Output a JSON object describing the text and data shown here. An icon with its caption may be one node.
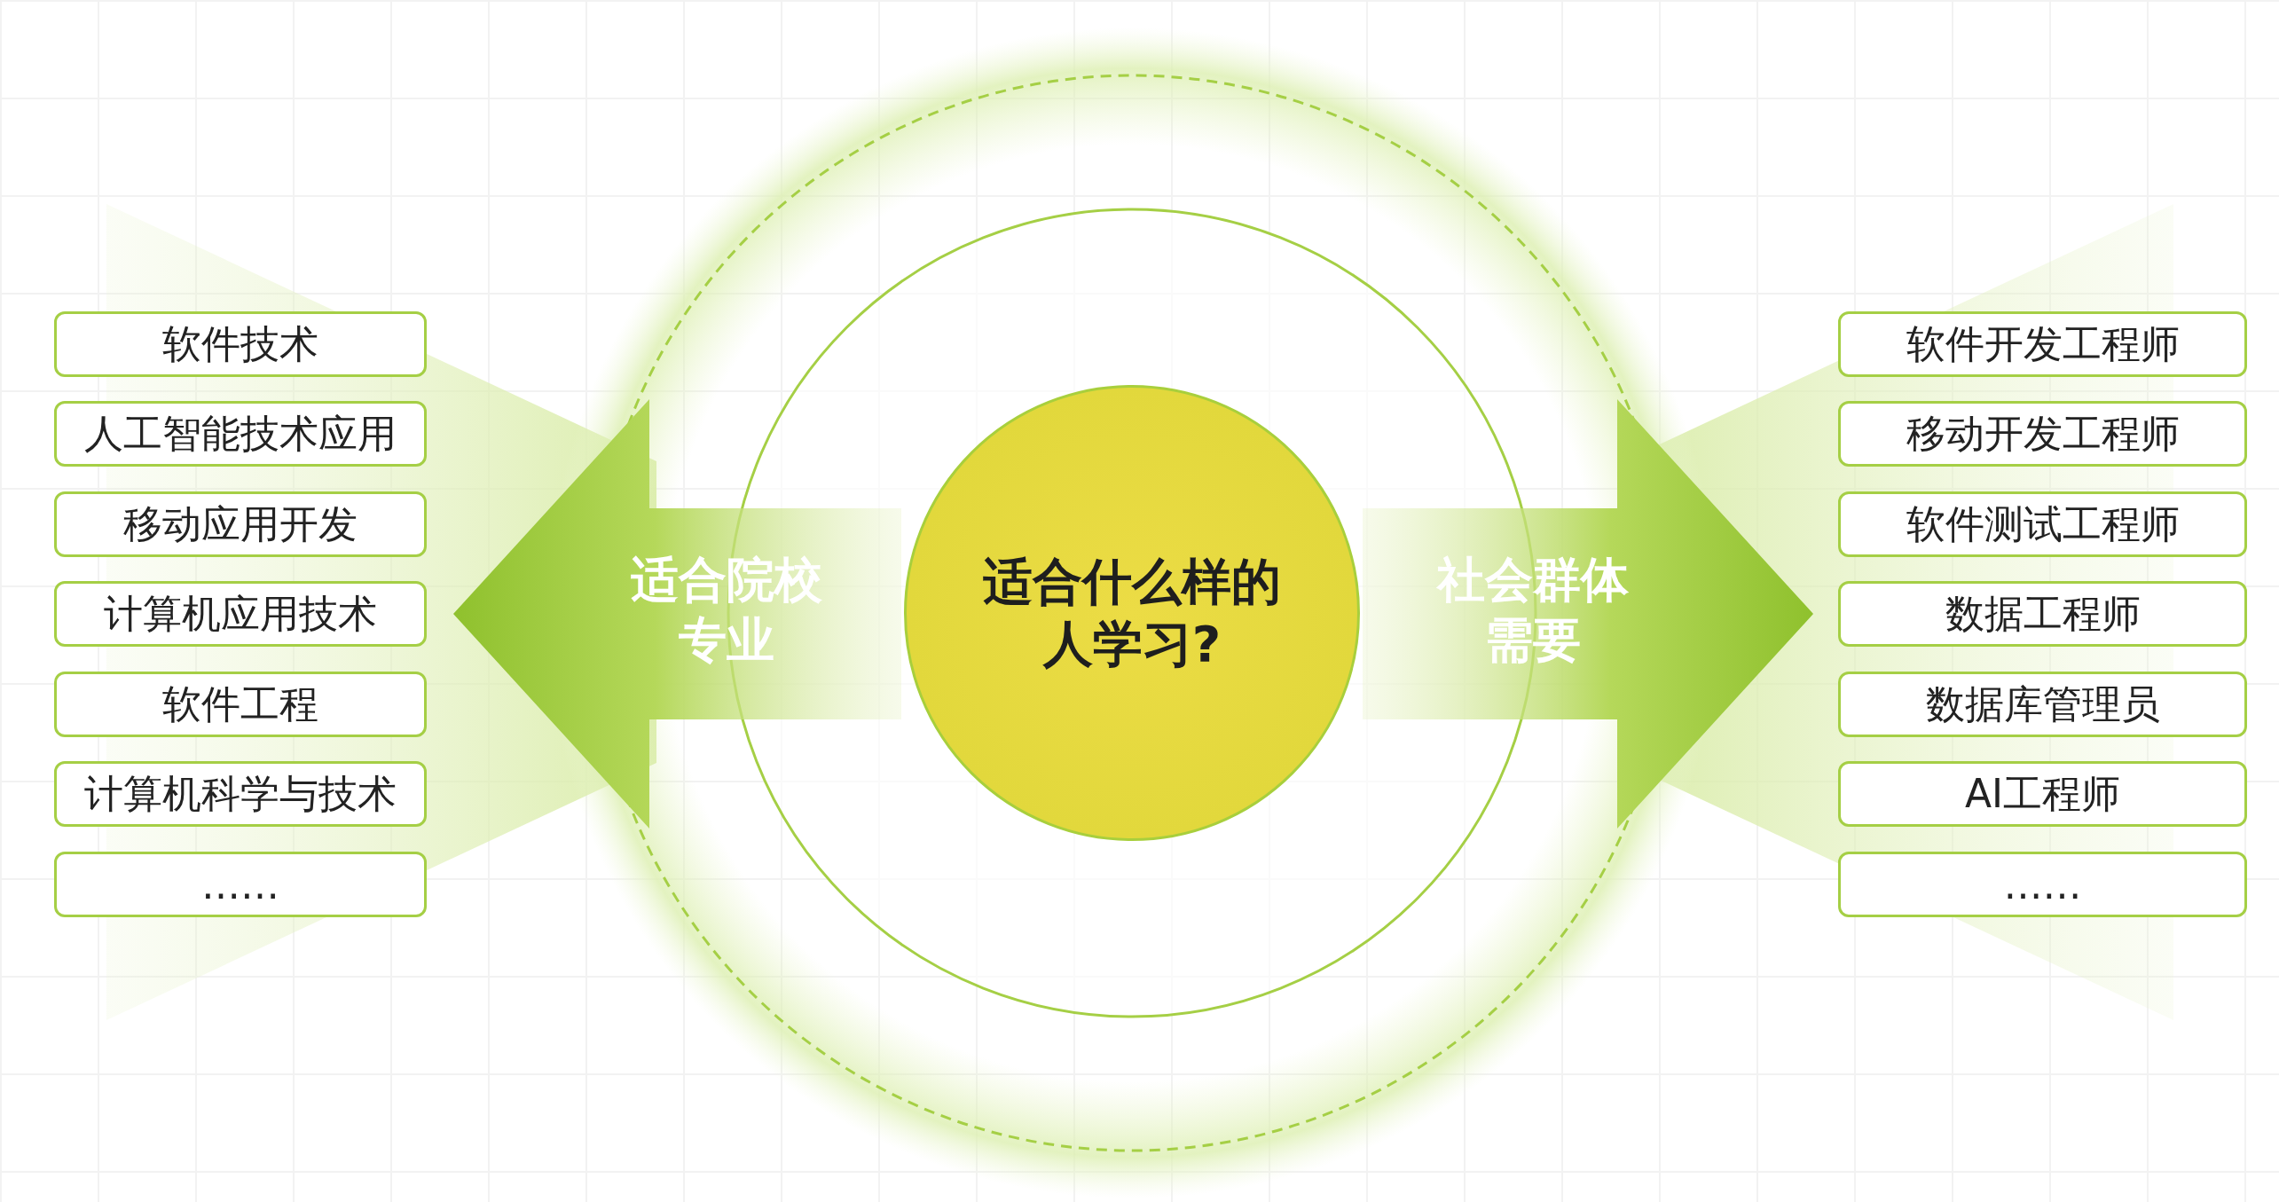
{
  "diagram": {
    "nodes": [
      {
        "text": [
          "适合什么样的人学习?"
        ]
      },
      {
        "text": [
          "适合院校专业"
        ]
      },
      {
        "text": [
          "社会群体需要"
        ]
      },
      {
        "text": [
          "软件技术"
        ]
      },
      {
        "text": [
          "人工智能技术应用"
        ]
      },
      {
        "text": [
          "移动应用开发"
        ]
      },
      {
        "text": [
          "计算机应用技术"
        ]
      },
      {
        "text": [
          "软件工程"
        ]
      },
      {
        "text": [
          "计算机科学与技术"
        ]
      },
      {
        "text": [
          "……"
        ]
      },
      {
        "text": [
          "软件开发工程师"
        ]
      },
      {
        "text": [
          "移动开发工程师"
        ]
      },
      {
        "text": [
          "软件测试工程师"
        ]
      },
      {
        "text": [
          "数据工程师"
        ]
      },
      {
        "text": [
          "数据库管理员"
        ]
      },
      {
        "text": [
          "AI工程师"
        ]
      },
      {
        "text": [
          "……"
        ]
      }
    ]
  }
}
